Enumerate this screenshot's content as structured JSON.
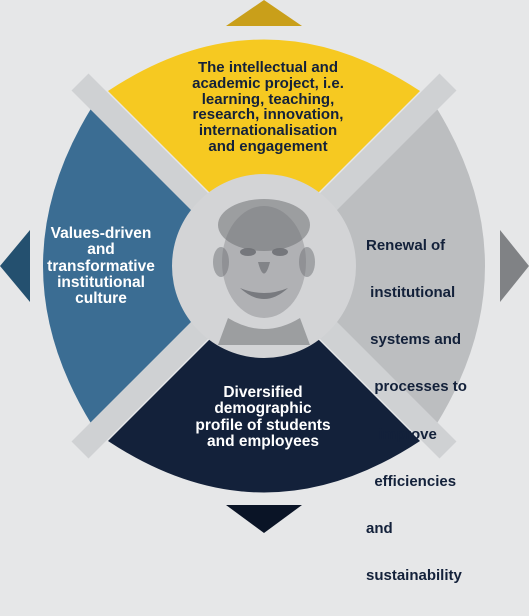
{
  "colors": {
    "background": "#e6e7e8",
    "top_quadrant": "#f6c921",
    "top_quadrant_dark": "#c99f1a",
    "right_quadrant": "#bcbec0",
    "right_quadrant_dark": "#808285",
    "bottom_quadrant": "#13213a",
    "bottom_quadrant_dark": "#0a1426",
    "left_quadrant": "#3b6d93",
    "left_quadrant_dark": "#24506f",
    "dividers": "#cfd1d3",
    "center_circle": "#d3d4d6",
    "portrait": "#6f7175",
    "text_dark": "#13213a",
    "text_light": "#ffffff"
  },
  "quadrants": {
    "top": {
      "lines": [
        "The intellectual and",
        "academic project, i.e.",
        "learning, teaching,",
        "research, innovation,",
        "internationalisation",
        "and engagement"
      ]
    },
    "right": {
      "lines": [
        "Renewal of",
        " institutional",
        " systems and",
        "  processes to",
        "   improve",
        "  efficiencies",
        "and",
        "sustainability"
      ]
    },
    "bottom": {
      "lines": [
        "Diversified",
        "demographic",
        "profile of students",
        "and employees"
      ]
    },
    "left": {
      "lines": [
        "Values-driven",
        "and",
        "transformative",
        "institutional",
        "culture"
      ]
    }
  },
  "center": {
    "image": "nelson-mandela-portrait-illustration"
  }
}
